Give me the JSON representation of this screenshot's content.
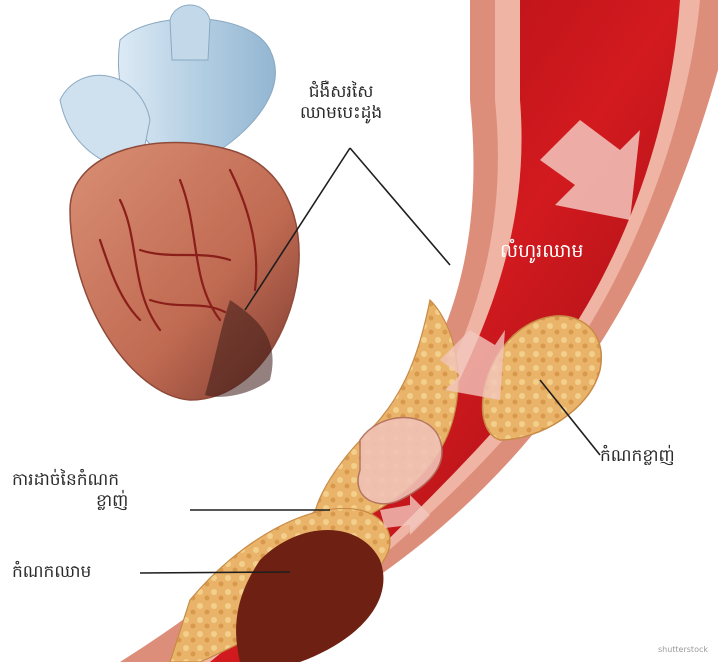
{
  "labels": {
    "artery_wall_line1": "ជំងឺសរសៃ",
    "artery_wall_line2": "ឈាមបេះដូង",
    "blood_flow": "លំហូរឈាម",
    "plaque_right": "កំណកខ្លាញ់",
    "plaque_rupture_line1": "ការដាច់នៃកំណក",
    "plaque_rupture_line2": "ខ្លាញ់",
    "blood_clot": "កំណកឈាម"
  },
  "watermark": "shutterstock",
  "colors": {
    "artery_outer": "#d98a78",
    "artery_lumen": "#c8161c",
    "plaque": "#e6b266",
    "clot": "#6e2012",
    "heart": "#c9795f",
    "aorta": "#b9d3e6"
  }
}
